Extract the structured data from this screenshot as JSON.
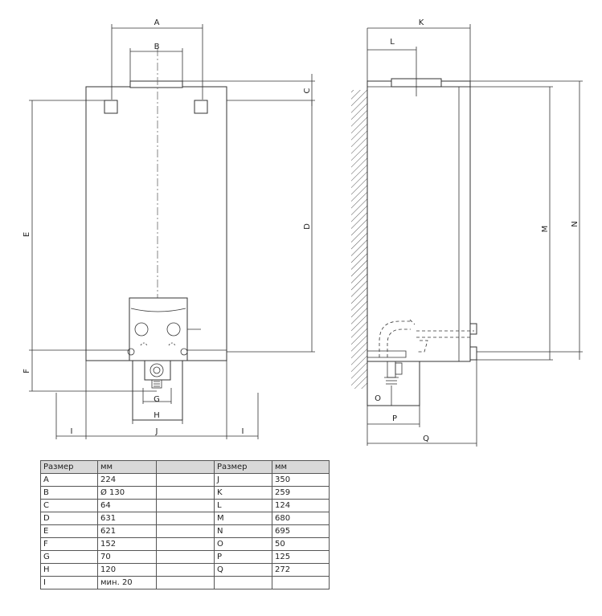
{
  "labels": {
    "A": "A",
    "B": "B",
    "C": "C",
    "D": "D",
    "E": "E",
    "F": "F",
    "G": "G",
    "H": "H",
    "I": "I",
    "J": "J",
    "K": "K",
    "L": "L",
    "M": "M",
    "N": "N",
    "O": "O",
    "P": "P",
    "Q": "Q"
  },
  "table": {
    "headers": [
      "Размер",
      "мм",
      "",
      "Размер",
      "мм"
    ],
    "rows": [
      [
        "A",
        "224",
        "",
        "J",
        "350"
      ],
      [
        "B",
        "Ø 130",
        "",
        "K",
        "259"
      ],
      [
        "C",
        "64",
        "",
        "L",
        "124"
      ],
      [
        "D",
        "631",
        "",
        "M",
        "680"
      ],
      [
        "E",
        "621",
        "",
        "N",
        "695"
      ],
      [
        "F",
        "152",
        "",
        "O",
        "50"
      ],
      [
        "G",
        "70",
        "",
        "P",
        "125"
      ],
      [
        "H",
        "120",
        "",
        "Q",
        "272"
      ],
      [
        "I",
        "мин. 20",
        "",
        "",
        ""
      ]
    ]
  }
}
